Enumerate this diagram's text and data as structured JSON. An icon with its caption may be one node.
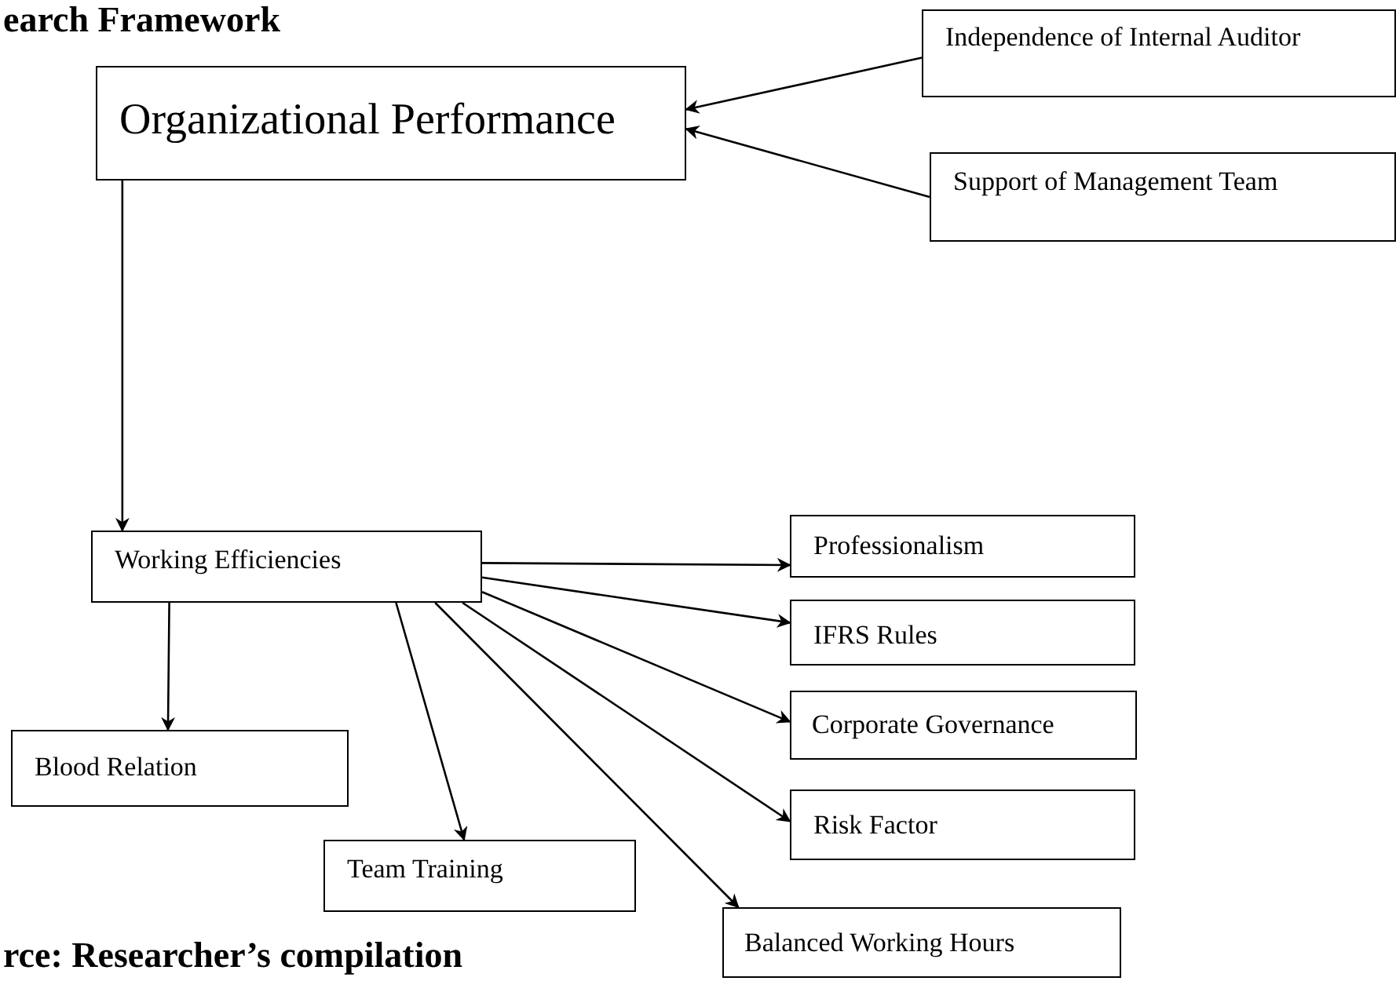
{
  "diagram": {
    "title": "earch Framework",
    "caption": "rce: Researcher’s compilation",
    "nodes": [
      {
        "text": [
          "Organizational Performance"
        ]
      },
      {
        "text": [
          "Independence of Internal Auditor"
        ]
      },
      {
        "text": [
          "Support of Management Team"
        ]
      },
      {
        "text": [
          "Working Efficiencies"
        ]
      },
      {
        "text": [
          "Professionalism"
        ]
      },
      {
        "text": [
          "IFRS Rules"
        ]
      },
      {
        "text": [
          "Corporate Governance"
        ]
      },
      {
        "text": [
          "Risk Factor"
        ]
      },
      {
        "text": [
          "Blood Relation"
        ]
      },
      {
        "text": [
          "Team Training"
        ]
      },
      {
        "text": [
          "Balanced Working Hours"
        ]
      }
    ],
    "edges": [
      {
        "from": 1,
        "to": 0,
        "arrow": "to"
      },
      {
        "from": 2,
        "to": 0,
        "arrow": "to"
      },
      {
        "from": 0,
        "to": 3,
        "arrow": "to"
      },
      {
        "from": 3,
        "to": 4,
        "arrow": "to"
      },
      {
        "from": 3,
        "to": 5,
        "arrow": "to"
      },
      {
        "from": 3,
        "to": 6,
        "arrow": "to"
      },
      {
        "from": 3,
        "to": 7,
        "arrow": "to"
      },
      {
        "from": 3,
        "to": 8,
        "arrow": "to"
      },
      {
        "from": 3,
        "to": 9,
        "arrow": "to"
      },
      {
        "from": 3,
        "to": 10,
        "arrow": "to"
      }
    ]
  }
}
